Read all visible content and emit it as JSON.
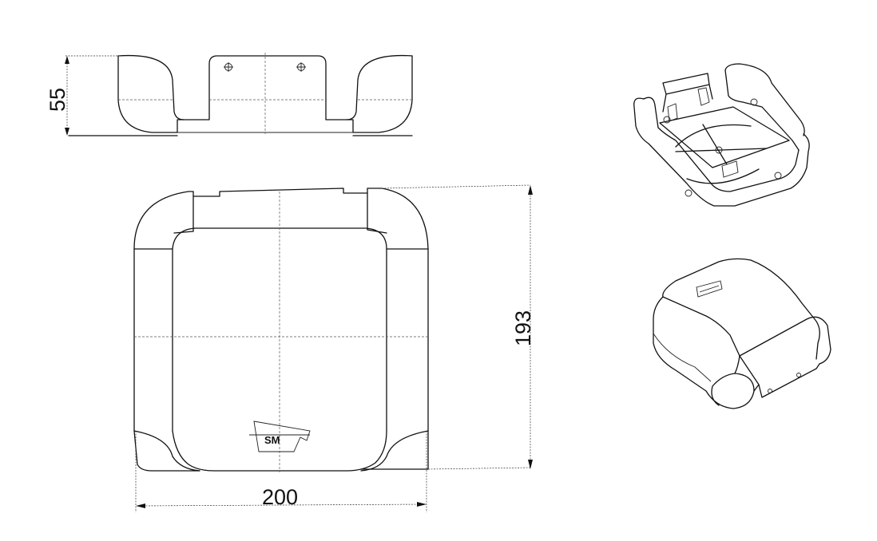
{
  "dimensions": {
    "height_label": "55",
    "width_label": "200",
    "depth_label": "193"
  },
  "logo": {
    "text": "SM"
  },
  "views": [
    "side-view",
    "top-view",
    "iso-view-underside",
    "iso-view-top"
  ]
}
